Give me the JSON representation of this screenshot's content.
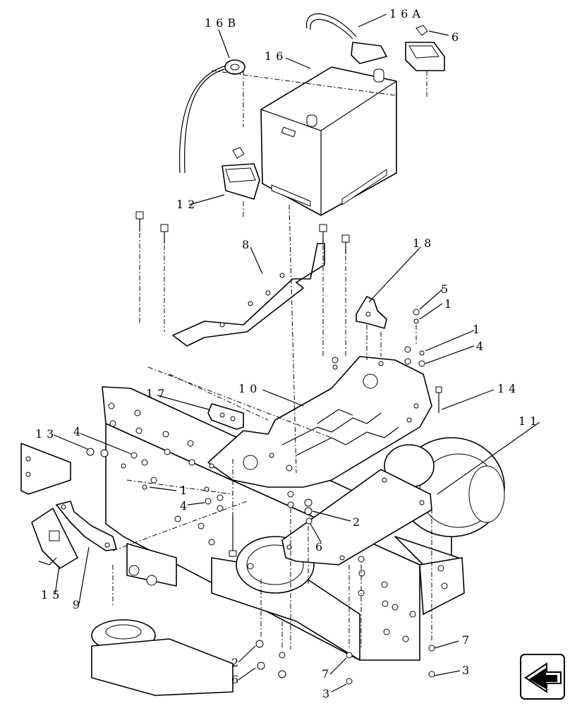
{
  "labels": {
    "l16B": "16B",
    "l16A": "16A",
    "l16": "16",
    "l6a": "6",
    "l12": "12",
    "l8": "8",
    "l18": "18",
    "l5": "5",
    "l1a": "1",
    "l1b": "1",
    "l4a": "4",
    "l14": "14",
    "l17": "17",
    "l10": "10",
    "l11": "11",
    "l13": "13",
    "l4b": "4",
    "l1c": "1",
    "l4c": "4",
    "l2a": "2",
    "l6b": "6",
    "l15": "15",
    "l9": "9",
    "l7a": "7",
    "l2b": "2",
    "l6c": "6",
    "l7b": "7",
    "l3a": "3",
    "l3b": "3"
  },
  "icons": {
    "nav": "arrow-left-icon"
  }
}
